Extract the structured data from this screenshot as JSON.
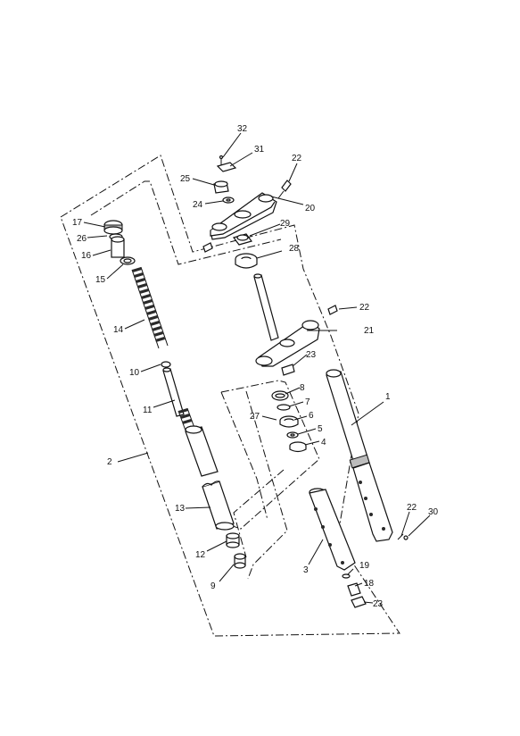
{
  "diagram": {
    "callouts": [
      "1",
      "2",
      "3",
      "4",
      "5",
      "6",
      "7",
      "8",
      "9",
      "10",
      "11",
      "12",
      "13",
      "14",
      "15",
      "16",
      "17",
      "18",
      "19",
      "20",
      "21",
      "22",
      "23",
      "24",
      "25",
      "26",
      "27",
      "28",
      "29",
      "30",
      "31",
      "32",
      "22",
      "23",
      "22"
    ]
  },
  "colors": {
    "ink": "#111111",
    "paper": "#ffffff"
  }
}
